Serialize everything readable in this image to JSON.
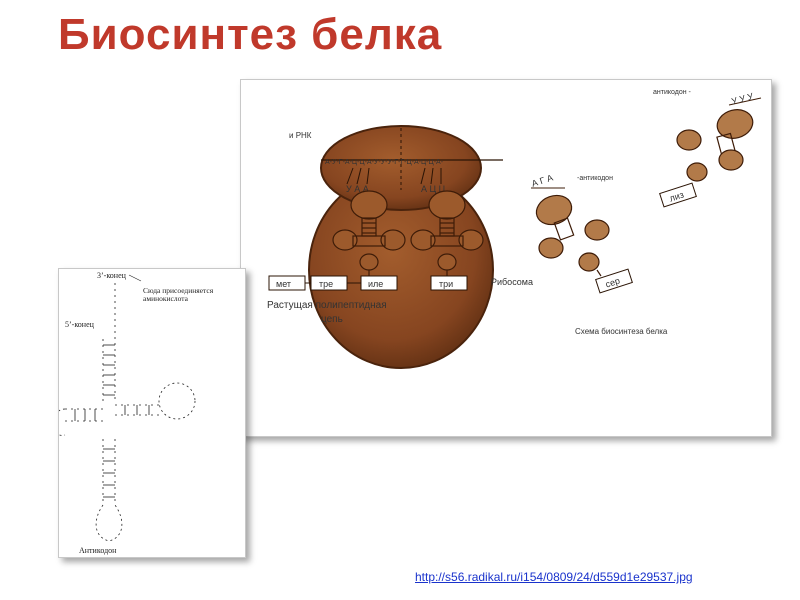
{
  "title": "Биосинтез белка",
  "big_diagram": {
    "mrna_label": "и РНК",
    "mrna_sequence": "А-У-Г-А-Ц-Ц-А-У-У-У-Г-Г-Ц-А-Ц-Ц-А-",
    "anticodon_label_left": "У А А",
    "anticodon_label_right": "А Ц Ц",
    "anticodon_label_middle": "-антикодон",
    "anticodon_label_top": "антикодон -",
    "codon_aga": "А Г А",
    "codon_uuu": "У У У",
    "amino_acids": [
      "мет",
      "тре",
      "иле",
      "три",
      "сер",
      "лиз"
    ],
    "ribosome_label": "Рибосома",
    "polypeptide_label_line1": "Растущая полипептидная",
    "polypeptide_label_line2": "цепь",
    "caption": "Схема биосинтеза белка",
    "colors": {
      "ribosome": "#8a4a22",
      "ribosome_dark": "#5a2c10",
      "trna": "#b27a49",
      "trna_dark": "#5b3418",
      "box_fill": "#ffffff"
    }
  },
  "small_diagram": {
    "label_3prime": "3’-конец",
    "label_5prime": "5’-конец",
    "label_attach_line1": "Сюда присоединяется",
    "label_attach_line2": "аминокислота",
    "label_anticodon": "Антикодон"
  },
  "source_url": "http://s56.radikal.ru/i154/0809/24/d559d1e29537.jpg"
}
